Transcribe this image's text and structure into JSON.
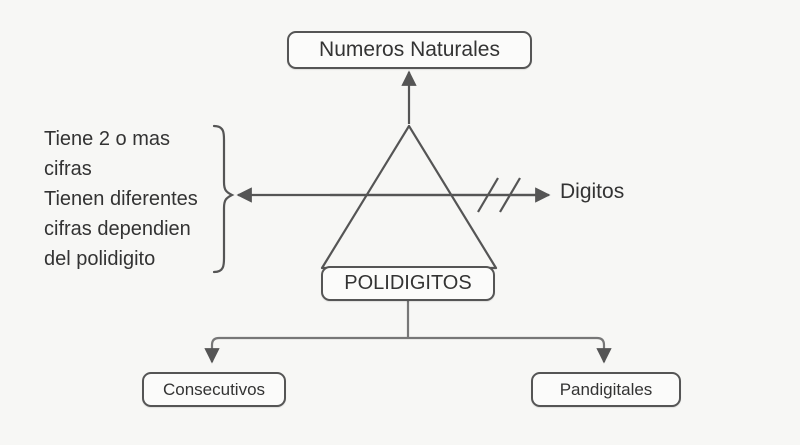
{
  "diagram": {
    "title": "POLIDIGITOS concept map",
    "background_color": "#f7f7f5",
    "stroke_color": "#555555",
    "text_color": "#333333",
    "nodes": {
      "top": {
        "label": "Numeros Naturales"
      },
      "center": {
        "label": "POLIDIGITOS"
      },
      "left_child": {
        "label": "Consecutivos"
      },
      "right_child": {
        "label": "Pandigitales"
      }
    },
    "side_label": {
      "text": "Digitos"
    },
    "annotation": {
      "lines": [
        "Tiene 2 o mas",
        "cifras",
        "Tienen diferentes",
        "cifras dependien",
        "del polidigito"
      ]
    },
    "connectors": {
      "up_arrow": "triangle-apex-to-numeros-naturales",
      "left_arrow": "center-to-annotation-brace",
      "right_arrow": "center-to-digitos",
      "slash_marks": 2,
      "branch_arrows": [
        "to-consecutivos",
        "to-pandigitales"
      ]
    }
  }
}
